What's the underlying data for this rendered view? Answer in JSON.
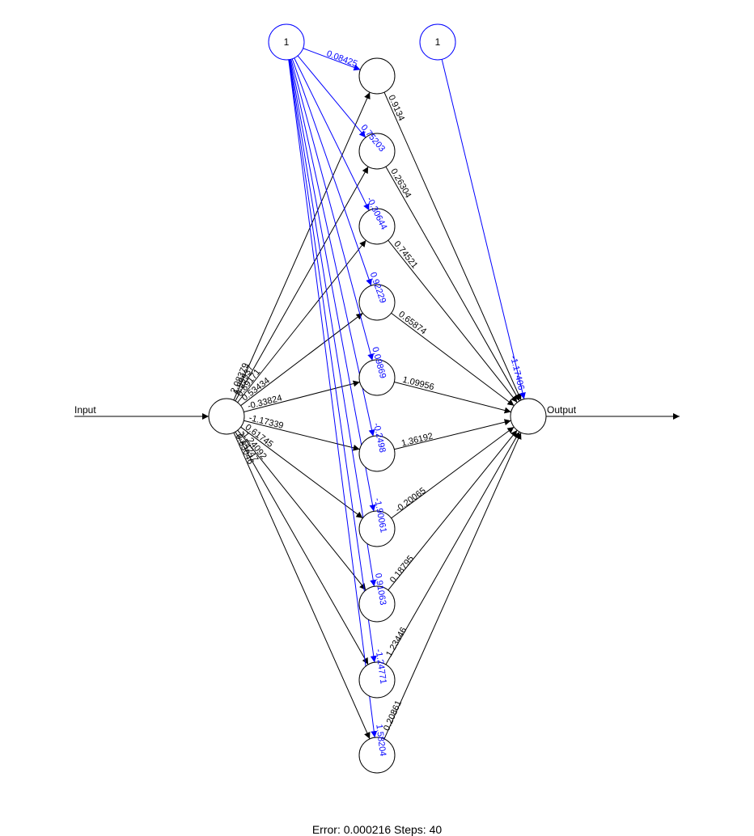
{
  "colors": {
    "weights": "#000000",
    "bias": "#0000ff",
    "background": "#ffffff"
  },
  "labels": {
    "input": "Input",
    "output": "Output",
    "bias_node": "1"
  },
  "input_weights": [
    "2.08379",
    "1.99937",
    "0.89171",
    "0.53434",
    "-0.33824",
    "-1.17339",
    "0.61745",
    "-1.24092",
    "1.14247",
    "0.83046"
  ],
  "hidden_bias_weights": [
    "0.08425",
    "0.75203",
    "-0.30644",
    "0.92229",
    "0.09869",
    "-0.2498",
    "-1.90061",
    "0.91063",
    "-1.24771",
    "1.58204"
  ],
  "output_weights": [
    "0.9134",
    "0.26304",
    "0.74521",
    "0.65874",
    "1.09956",
    "1.36192",
    "-0.20065",
    "0.18795",
    "1.23446",
    "0.20861"
  ],
  "output_bias_weight": "-1.17406",
  "footer": "Error: 0.000216   Steps: 40"
}
